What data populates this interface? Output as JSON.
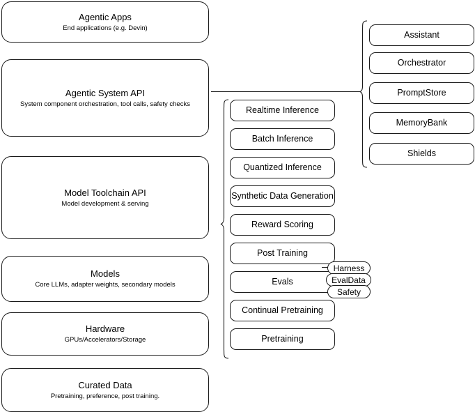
{
  "diagram": {
    "title": "AI stack layers",
    "accent_color": "#1a1a1a",
    "background_color": "#ffffff",
    "layers": [
      {
        "id": "agentic-apps",
        "title": "Agentic Apps",
        "subtitle": "End applications (e.g. Devin)"
      },
      {
        "id": "agentic-system-api",
        "title": "Agentic System API",
        "subtitle": "System component orchestration, tool calls, safety checks"
      },
      {
        "id": "model-toolchain-api",
        "title": "Model Toolchain API",
        "subtitle": "Model development & serving"
      },
      {
        "id": "models",
        "title": "Models",
        "subtitle": "Core LLMs, adapter weights, secondary models"
      },
      {
        "id": "hardware",
        "title": "Hardware",
        "subtitle": "GPUs/Accelerators/Storage"
      },
      {
        "id": "curated-data",
        "title": "Curated Data",
        "subtitle": "Pretraining, preference, post training."
      }
    ],
    "toolchain_components": [
      {
        "id": "realtime-inference",
        "label": "Realtime Inference"
      },
      {
        "id": "batch-inference",
        "label": "Batch Inference"
      },
      {
        "id": "quantized-inference",
        "label": "Quantized Inference"
      },
      {
        "id": "synthetic-data-generation",
        "label": "Synthetic Data Generation"
      },
      {
        "id": "reward-scoring",
        "label": "Reward Scoring"
      },
      {
        "id": "post-training",
        "label": "Post Training"
      },
      {
        "id": "evals",
        "label": "Evals"
      },
      {
        "id": "continual-pretraining",
        "label": "Continual Pretraining"
      },
      {
        "id": "pretraining",
        "label": "Pretraining"
      }
    ],
    "evals_subcomponents": [
      {
        "id": "harness",
        "label": "Harness"
      },
      {
        "id": "evaldata",
        "label": "EvalData"
      },
      {
        "id": "safety",
        "label": "Safety"
      }
    ],
    "system_components": [
      {
        "id": "assistant",
        "label": "Assistant"
      },
      {
        "id": "orchestrator",
        "label": "Orchestrator"
      },
      {
        "id": "promptstore",
        "label": "PromptStore"
      },
      {
        "id": "memorybank",
        "label": "MemoryBank"
      },
      {
        "id": "shields",
        "label": "Shields"
      }
    ]
  }
}
